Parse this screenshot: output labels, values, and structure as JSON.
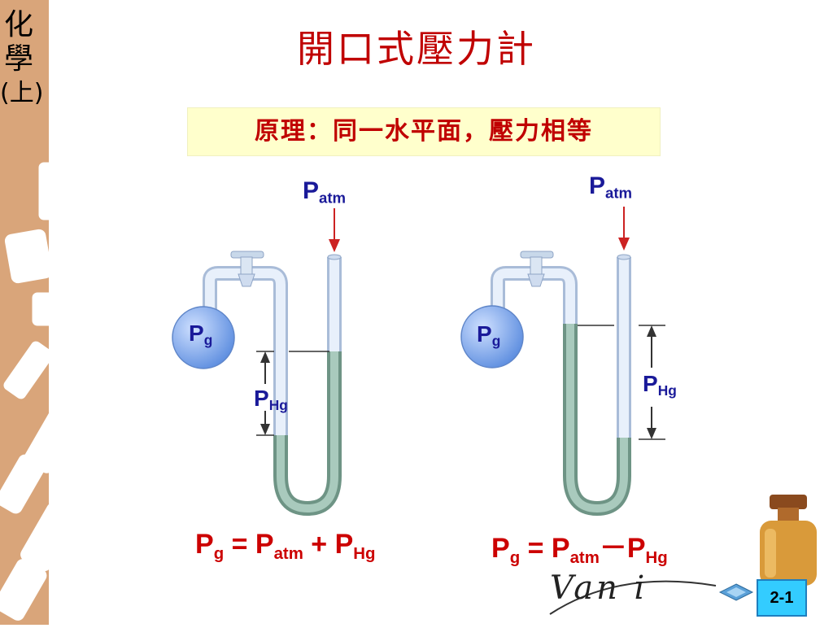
{
  "sidebar": {
    "chars": [
      "化",
      "學",
      "(上)"
    ]
  },
  "title": "開口式壓力計",
  "banner": "原理：同一水平面，壓力相等",
  "left": {
    "p_atm": {
      "main": "P",
      "sub": "atm"
    },
    "p_g": {
      "main": "P",
      "sub": "g"
    },
    "p_hg": {
      "main": "P",
      "sub": "Hg"
    },
    "equation": {
      "p": "P",
      "g": "g",
      "eq": " = ",
      "p2": "P",
      "atm": "atm",
      "op": " + ",
      "p3": "P",
      "hg": "Hg"
    }
  },
  "right": {
    "p_atm": {
      "main": "P",
      "sub": "atm"
    },
    "p_g": {
      "main": "P",
      "sub": "g"
    },
    "p_hg": {
      "main": "P",
      "sub": "Hg"
    },
    "equation": {
      "p": "P",
      "g": "g",
      "eq": " = ",
      "p2": "P",
      "atm": "atm",
      "op": "－",
      "p3": "P",
      "hg": "Hg"
    }
  },
  "footer": {
    "logo": "Van i",
    "page": "2-1"
  },
  "colors": {
    "title": "#c00000",
    "banner_bg": "#ffffcc",
    "label": "#1a1a99",
    "mercury": "#8fb8a8",
    "bulb": "#7aa8e8",
    "tube": "#dde8f6"
  }
}
